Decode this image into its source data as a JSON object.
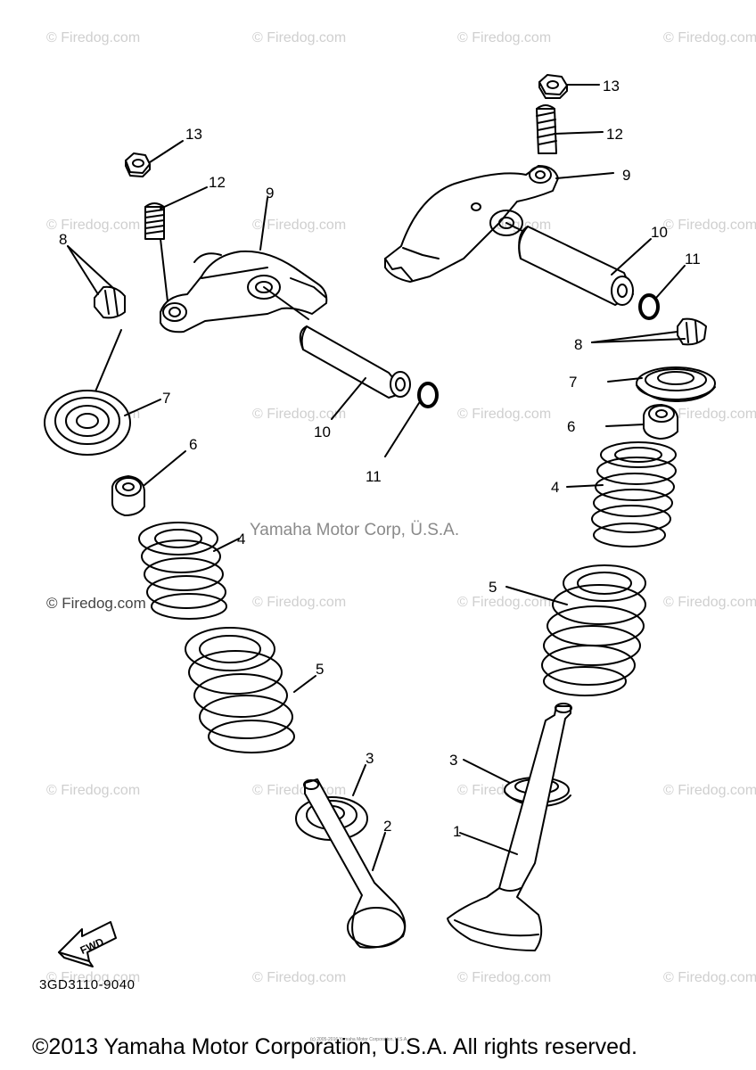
{
  "watermark": "© Firedog.com",
  "center_watermark": "Yamaha Motor Corp, Ü.S.A.",
  "part_code": "3GD3110-9040",
  "fwd_label": "FWD",
  "copyright": "©2013 Yamaha Motor Corporation, U.S.A. All rights reserved.",
  "small_print": "(c) 2005-2016 Yamaha Motor Corporation, U.S.A.",
  "callouts": {
    "c1": "1",
    "c2": "2",
    "c3a": "3",
    "c3b": "3",
    "c4a": "4",
    "c4b": "4",
    "c5a": "5",
    "c5b": "5",
    "c6a": "6",
    "c6b": "6",
    "c7a": "7",
    "c7b": "7",
    "c8a": "8",
    "c8b": "8",
    "c9a": "9",
    "c9b": "9",
    "c10a": "10",
    "c10b": "10",
    "c11a": "11",
    "c11b": "11",
    "c12a": "12",
    "c12b": "12",
    "c13a": "13",
    "c13b": "13"
  }
}
